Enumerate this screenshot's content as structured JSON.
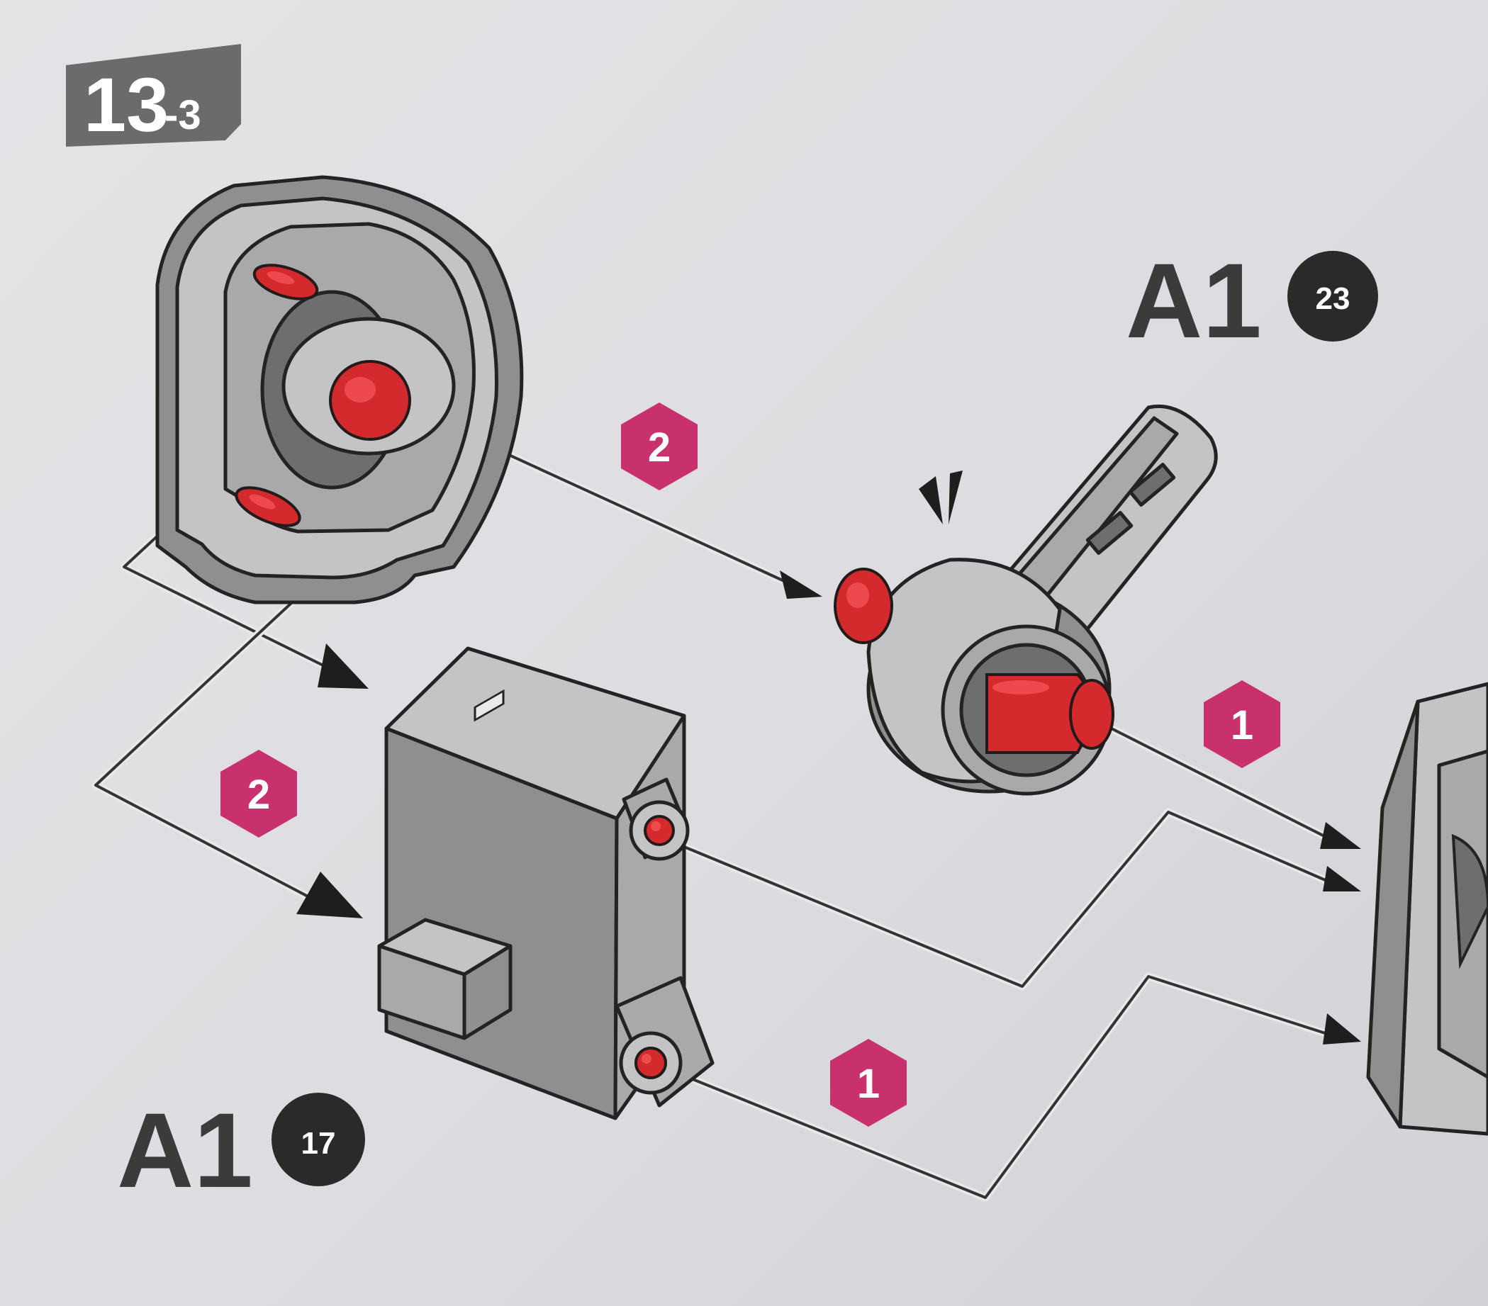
{
  "step_badge": {
    "major": "13",
    "minor": "-3"
  },
  "parts": [
    {
      "sprue": "A1",
      "number": "23"
    },
    {
      "sprue": "A1",
      "number": "17"
    }
  ],
  "sequence_markers": [
    "2",
    "1",
    "2",
    "1"
  ],
  "colors": {
    "marker": "#c8306e",
    "glue_point": "#d42a2e",
    "part_gray": "#8f8f92",
    "badge": "#6b6b6e",
    "label": "#3b3b3b"
  },
  "icons": [
    "hexagon-step-marker",
    "press-fit-indicator",
    "assembly-arrow"
  ]
}
